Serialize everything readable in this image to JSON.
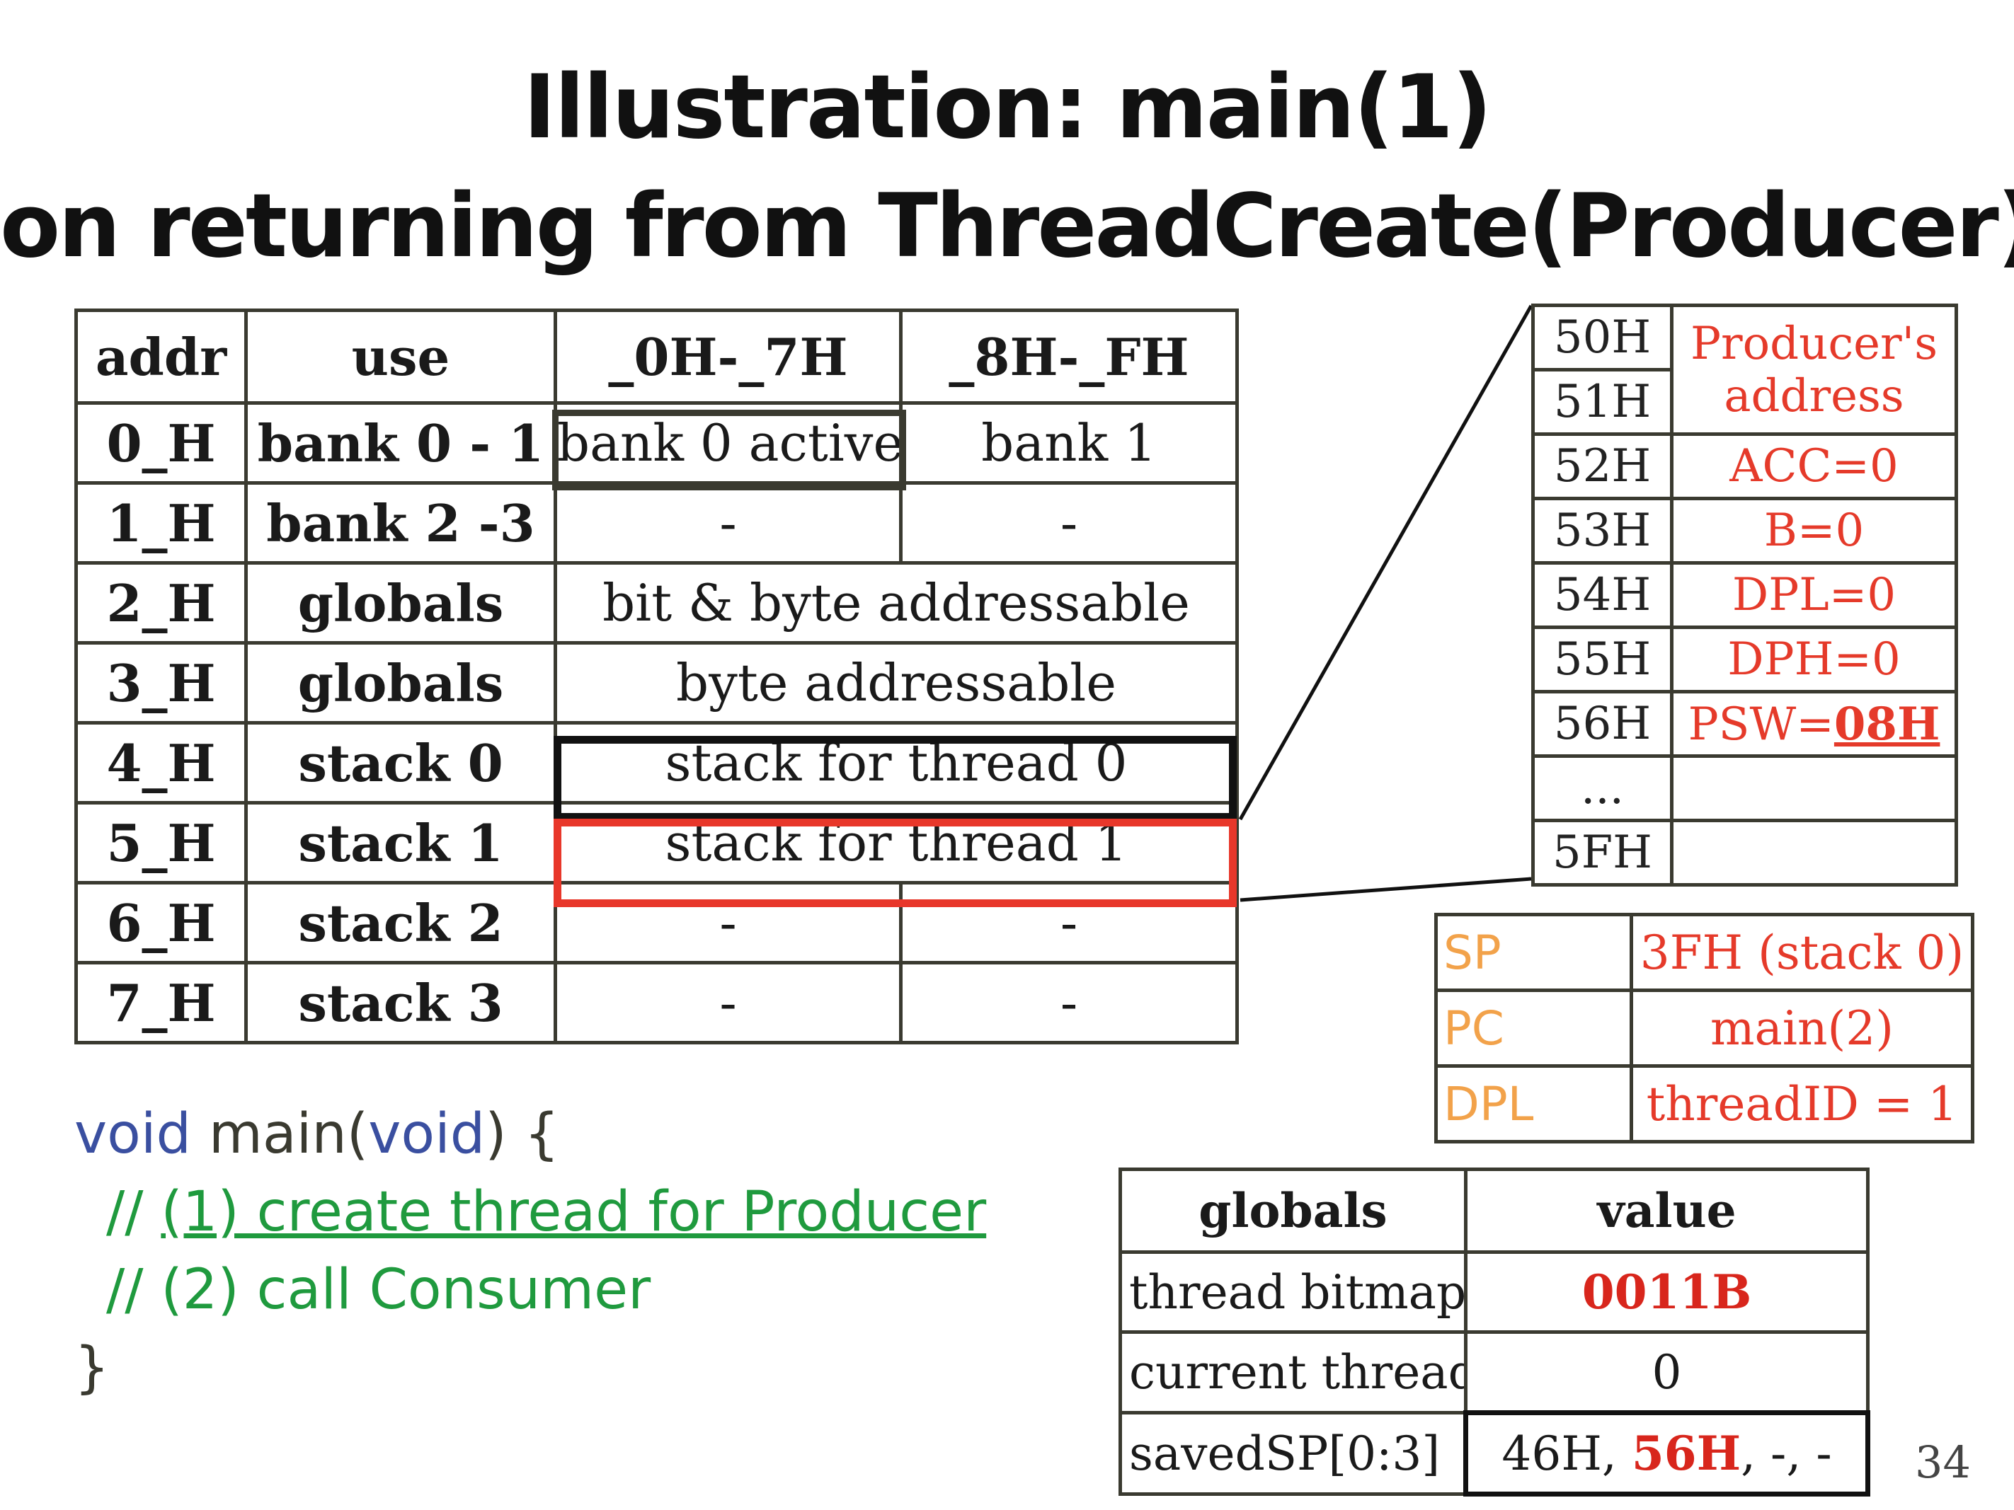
{
  "title": {
    "line1": "Illustration: main(1)",
    "line2": "on returning from ThreadCreate(Producer)"
  },
  "memory_table": {
    "headers": [
      "addr",
      "use",
      "_0H-_7H",
      "_8H-_FH"
    ],
    "rows": [
      {
        "addr": "0_H",
        "use": "bank 0 - 1",
        "low": "bank 0 active",
        "high": "bank 1"
      },
      {
        "addr": "1_H",
        "use": "bank 2 -3",
        "low": "-",
        "high": "-"
      },
      {
        "addr": "2_H",
        "use": "globals",
        "span": "bit & byte addressable"
      },
      {
        "addr": "3_H",
        "use": "globals",
        "span": "byte addressable"
      },
      {
        "addr": "4_H",
        "use": "stack 0",
        "span": "stack for thread 0"
      },
      {
        "addr": "5_H",
        "use": "stack 1",
        "span": "stack for thread 1"
      },
      {
        "addr": "6_H",
        "use": "stack 2",
        "low": "-",
        "high": "-"
      },
      {
        "addr": "7_H",
        "use": "stack 3",
        "low": "-",
        "high": "-"
      }
    ]
  },
  "stack_zoom": {
    "rows": [
      {
        "addr": "50H",
        "value": "Producer's"
      },
      {
        "addr": "51H",
        "value": "address"
      },
      {
        "addr": "52H",
        "value": "ACC=0"
      },
      {
        "addr": "53H",
        "value": "B=0"
      },
      {
        "addr": "54H",
        "value": "DPL=0"
      },
      {
        "addr": "55H",
        "value": "DPH=0"
      },
      {
        "addr": "56H",
        "value_prefix": "PSW=",
        "value_bold": "08H"
      },
      {
        "addr": "...",
        "value": ""
      },
      {
        "addr": "5FH",
        "value": ""
      }
    ]
  },
  "registers": [
    {
      "name": "SP",
      "value": "3FH (stack 0)"
    },
    {
      "name": "PC",
      "value": "main(2)"
    },
    {
      "name": "DPL",
      "value": "threadID = 1"
    }
  ],
  "globals_table": {
    "headers": [
      "globals",
      "value"
    ],
    "rows": [
      {
        "name": "thread bitmap",
        "value": "0011B"
      },
      {
        "name": "current thread",
        "value": "0"
      },
      {
        "name": "savedSP[0:3]",
        "value_a": "46H, ",
        "value_b": "56H",
        "value_c": ", -, -"
      }
    ]
  },
  "code": {
    "kw_void": "void",
    "fn_main": "main(",
    "kw_void2": "void",
    "paren": ") {",
    "c1_prefix": "// ",
    "c1_link": "(1) create thread for Producer",
    "c2": "// (2) call Consumer",
    "close": "}"
  },
  "page_number": "34",
  "colors": {
    "accent_red": "#e53a2a",
    "register_orange": "#f2a24a",
    "code_blue": "#3a4fa0",
    "code_green": "#1f9a3e",
    "border": "#3a3a30"
  }
}
